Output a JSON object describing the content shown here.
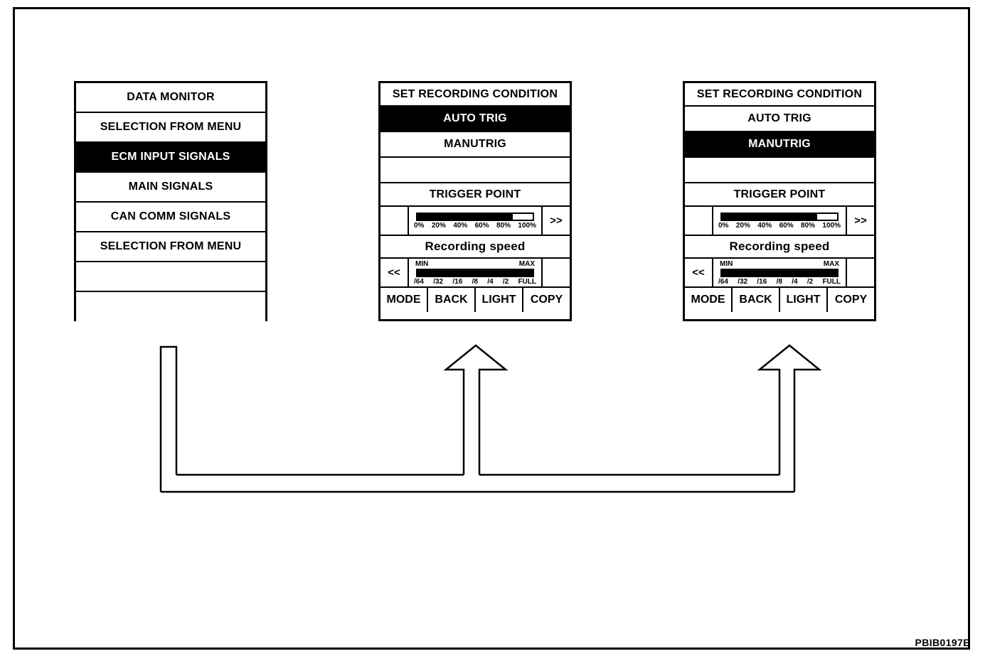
{
  "figure": {
    "id_label": "PBIB0197E"
  },
  "panels": {
    "data_monitor": {
      "name": "DATA MONITOR",
      "rows": [
        {
          "label": "DATA MONITOR",
          "selected": false
        },
        {
          "label": "SELECTION FROM MENU",
          "selected": false
        },
        {
          "label": "ECM INPUT SIGNALS",
          "selected": true
        },
        {
          "label": "MAIN SIGNALS",
          "selected": false
        },
        {
          "label": "CAN COMM SIGNALS",
          "selected": false
        },
        {
          "label": "SELECTION FROM MENU",
          "selected": false
        },
        {
          "label": "",
          "selected": false
        },
        {
          "label": "",
          "selected": false
        }
      ]
    },
    "auto_trig": {
      "title": "SET RECORDING CONDITION",
      "option_auto": "AUTO TRIG",
      "option_manu": "MANUTRIG",
      "selected_option": "AUTO TRIG",
      "blank_row": "",
      "trigger_point_label": "TRIGGER POINT",
      "trigger_point_fill_percent": 83,
      "trigger_point_scale": [
        "0%",
        "20%",
        "40%",
        "60%",
        "80%",
        "100%"
      ],
      "next_key": ">>",
      "prev_key": "<<",
      "recording_speed_label": "Recording speed",
      "recording_speed_fill_percent": 100,
      "recording_speed_min": "MIN",
      "recording_speed_max": "MAX",
      "recording_speed_scale": [
        "/64",
        "/32",
        "/16",
        "/8",
        "/4",
        "/2",
        "FULL"
      ],
      "soft_keys": [
        "MODE",
        "BACK",
        "LIGHT",
        "COPY"
      ]
    },
    "manu_trig": {
      "title": "SET RECORDING CONDITION",
      "option_auto": "AUTO TRIG",
      "option_manu": "MANUTRIG",
      "selected_option": "MANUTRIG",
      "blank_row": "",
      "trigger_point_label": "TRIGGER POINT",
      "trigger_point_fill_percent": 83,
      "trigger_point_scale": [
        "0%",
        "20%",
        "40%",
        "60%",
        "80%",
        "100%"
      ],
      "next_key": ">>",
      "prev_key": "<<",
      "recording_speed_label": "Recording speed",
      "recording_speed_fill_percent": 100,
      "recording_speed_min": "MIN",
      "recording_speed_max": "MAX",
      "recording_speed_scale": [
        "/64",
        "/32",
        "/16",
        "/8",
        "/4",
        "/2",
        "FULL"
      ],
      "soft_keys": [
        "MODE",
        "BACK",
        "LIGHT",
        "COPY"
      ]
    }
  },
  "colors": {
    "line": "#000000",
    "background": "#ffffff",
    "selected_background": "#000000",
    "selected_text": "#ffffff"
  }
}
